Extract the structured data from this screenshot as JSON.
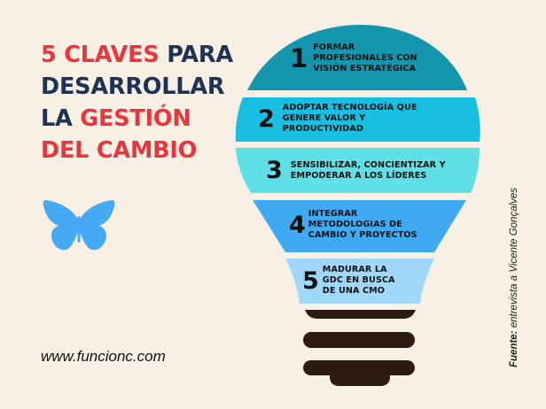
{
  "title": {
    "line1": [
      {
        "text": "5 CLAVES ",
        "color": "red"
      },
      {
        "text": "PARA",
        "color": "navy"
      }
    ],
    "line2": "DESARROLLAR",
    "line3_a": "LA ",
    "line3_b": "GESTIÓN",
    "line4": "DEL CAMBIO",
    "w1": "5 CLAVES",
    "w2": "PARA"
  },
  "colors": {
    "background": "#f9f0e5",
    "title_red": "#e8363c",
    "title_navy": "#1c3354",
    "segment_1": "#1497ae",
    "segment_2": "#18bfe0",
    "segment_3": "#5fdfe6",
    "segment_4": "#3faaf2",
    "segment_5": "#9fd8fb",
    "base": "#2e1a14",
    "butterfly": "#45aaf2"
  },
  "keys": [
    {
      "number": "1",
      "text": "FORMAR\nPROFESIONALES CON\nVISIÓN ESTRATÉGICA"
    },
    {
      "number": "2",
      "text": "ADOPTAR TECNOLOGÍA QUE\nGENERE VALOR Y\nPRODUCTIVIDAD"
    },
    {
      "number": "3",
      "text": "SENSIBILIZAR, CONCIENTIZAR Y\nEMPODERAR A LOS LÍDERES"
    },
    {
      "number": "4",
      "text": "INTEGRAR\nMETODOLOGIAS DE\nCAMBIO Y PROYECTOS"
    },
    {
      "number": "5",
      "text": "MADURAR LA\nGDC EN BUSCA\nDE UNA CMO"
    }
  ],
  "website": "www.funcionc.com",
  "source": {
    "label": "Fuente:",
    "text": " entrevista a Vicente Gonçalves"
  },
  "icons": {
    "butterfly": "butterfly-icon",
    "bulb": "lightbulb-graphic"
  }
}
